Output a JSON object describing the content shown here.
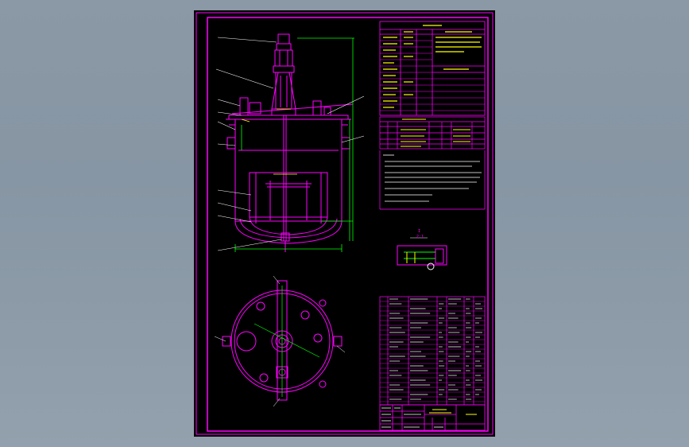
{
  "sheet": {
    "background": "#000000",
    "line_color": "#ff00ff",
    "dimension_color": "#00ff00",
    "annotation_color": "#ffffff",
    "accent_color": "#ffff00"
  },
  "views": {
    "front": "vessel-elevation-section",
    "top": "vessel-plan-view",
    "detail": "flange-detail"
  },
  "detail_label": "I",
  "detail_scale": "2:1"
}
